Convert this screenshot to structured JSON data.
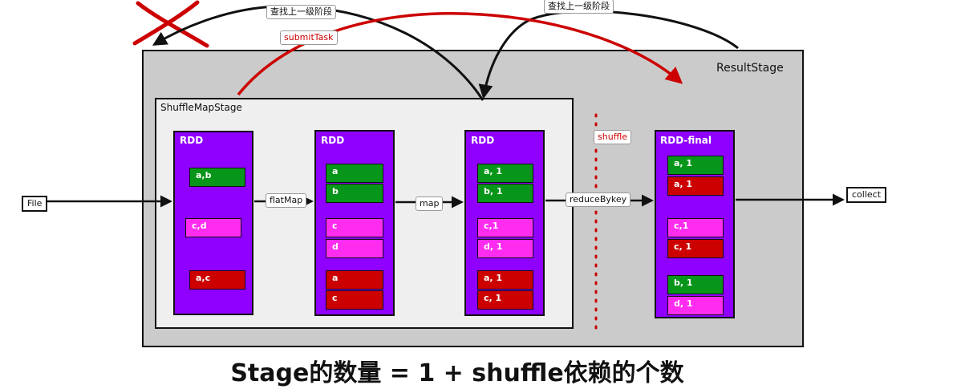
{
  "stages": {
    "result_stage": "ResultStage",
    "shuffle_map_stage": "ShuffleMapStage"
  },
  "rdds": [
    {
      "title": "RDD",
      "cells": [
        {
          "text": "a,b",
          "color": "green"
        },
        {
          "text": "c,d",
          "color": "magenta"
        },
        {
          "text": "a,c",
          "color": "red"
        }
      ]
    },
    {
      "title": "RDD",
      "cells": [
        {
          "text": "a",
          "color": "green"
        },
        {
          "text": "b",
          "color": "green"
        },
        {
          "text": "c",
          "color": "magenta"
        },
        {
          "text": "d",
          "color": "magenta"
        },
        {
          "text": "a",
          "color": "red"
        },
        {
          "text": "c",
          "color": "red"
        }
      ]
    },
    {
      "title": "RDD",
      "cells": [
        {
          "text": "a, 1",
          "color": "green"
        },
        {
          "text": "b, 1",
          "color": "green"
        },
        {
          "text": "c,1",
          "color": "magenta"
        },
        {
          "text": "d, 1",
          "color": "magenta"
        },
        {
          "text": "a, 1",
          "color": "red"
        },
        {
          "text": "c, 1",
          "color": "red"
        }
      ]
    },
    {
      "title": "RDD-final",
      "cells": [
        {
          "text": "a, 1",
          "color": "green"
        },
        {
          "text": "a, 1",
          "color": "red"
        },
        {
          "text": "c,1",
          "color": "magenta"
        },
        {
          "text": "c, 1",
          "color": "red"
        },
        {
          "text": "b, 1",
          "color": "green"
        },
        {
          "text": "d, 1",
          "color": "magenta"
        }
      ]
    }
  ],
  "operations": {
    "file": "File",
    "flat_map": "flatMap",
    "map": "map",
    "reduce_by_key": "reduceBykey",
    "shuffle": "shuffle",
    "collect": "collect",
    "submit_task": "submitTask",
    "find_prev_stage_1": "查找上一级阶段",
    "find_prev_stage_2": "查找上一级阶段"
  },
  "caption": "Stage的数量 = 1 + shuffle依赖的个数",
  "colors": {
    "green": "#07961a",
    "magenta": "#ff2cf0",
    "red": "#cc0000",
    "purple": "#8f00ff",
    "result_stage_bg": "#cbcbcb",
    "shuffle_stage_bg": "#efefef"
  },
  "icons": {
    "cancel_mark": "red-x-cross-icon"
  }
}
